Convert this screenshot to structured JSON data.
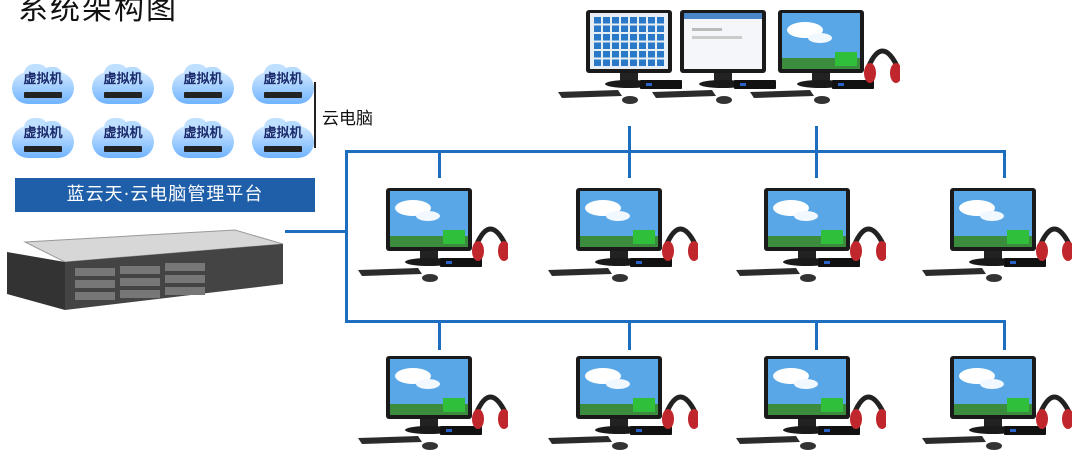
{
  "title": "系统架构图",
  "vm_label": "虚拟机",
  "cloud_pc_label": "云电脑",
  "platform_banner": "蓝云天·云电脑管理平台",
  "colors": {
    "network": "#1e6ec0",
    "banner": "#1f5ea8"
  }
}
